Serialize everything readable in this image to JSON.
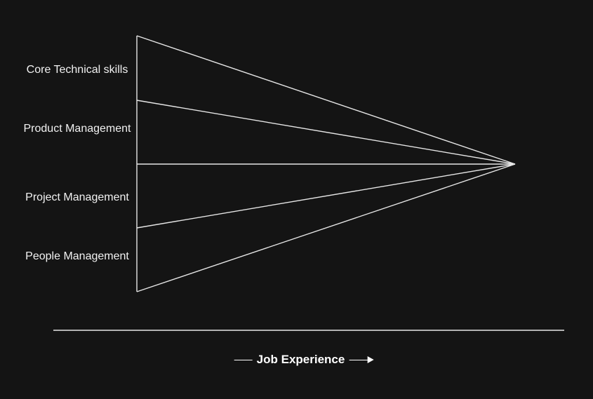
{
  "diagram": {
    "skills": [
      {
        "label": "Core Technical skills"
      },
      {
        "label": "Product Management"
      },
      {
        "label": "Project Management"
      },
      {
        "label": "People Management"
      }
    ],
    "axis_label": "Job Experience",
    "colors": {
      "background": "#141414",
      "lines": "#e6e6e6",
      "text": "#ffffff"
    }
  }
}
